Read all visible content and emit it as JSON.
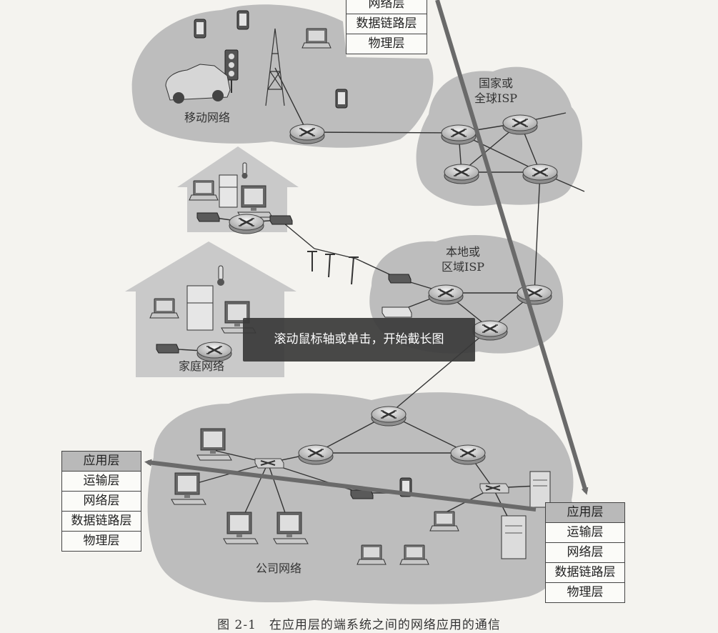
{
  "regions": {
    "mobile": "移动网络",
    "home": "家庭网络",
    "enterprise": "公司网络",
    "global_isp_line1": "国家或",
    "global_isp_line2": "全球ISP",
    "local_isp_line1": "本地或",
    "local_isp_line2": "区域ISP"
  },
  "stacks": {
    "top": [
      "网络层",
      "数据链路层",
      "物理层"
    ],
    "left": [
      "应用层",
      "运输层",
      "网络层",
      "数据链路层",
      "物理层"
    ],
    "right": [
      "应用层",
      "运输层",
      "网络层",
      "数据链路层",
      "物理层"
    ]
  },
  "toast": "滚动鼠标轴或单击，开始截长图",
  "caption": "图 2-1　在应用层的端系统之间的网络应用的通信",
  "colors": {
    "cloud": "#bdbdbd",
    "house": "#c9c9c9",
    "arrow": "#6a6a6a"
  }
}
